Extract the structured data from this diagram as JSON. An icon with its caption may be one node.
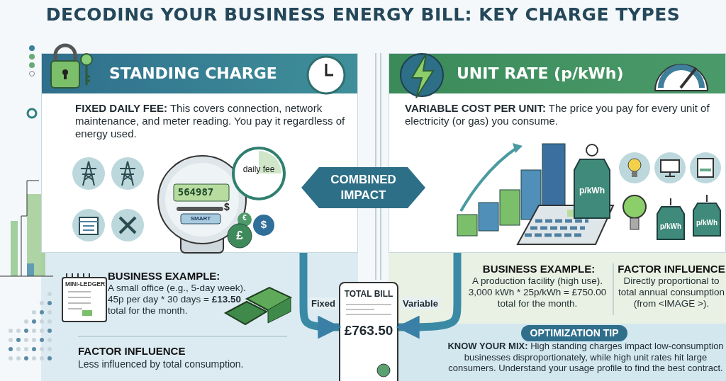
{
  "diagram": {
    "title": "DECODING YOUR BUSINESS ENERGY BILL: KEY CHARGE TYPES",
    "nodes": [
      {
        "text": [
          "STANDING CHARGE",
          "**FIXED DAILY FEE:** This covers connection, network maintenance, and meter reading. You pay it regardless of energy used."
        ]
      },
      {
        "text": [
          "UNIT RATE (p/kWh)",
          "**VARIABLE COST PER UNIT:** The price you pay for every unit of electricity (or gas) you consume."
        ]
      },
      {
        "text": [
          "COMBINED IMPACT"
        ]
      },
      {
        "text": [
          "TOTAL BILL",
          "£763.50"
        ]
      }
    ],
    "edges": [
      {
        "from": 0,
        "to": 3,
        "arrow": "to",
        "label": "Fixed"
      },
      {
        "from": 1,
        "to": 3,
        "arrow": "to",
        "label": "Variable"
      }
    ],
    "labels": [
      "564987",
      "$",
      "SMART",
      "daily fee",
      "€",
      "$",
      "£",
      "p/kWh",
      "p/kWh",
      "p/kWh",
      "MINI-LEDGER",
      "BUSINESS EXAMPLE:",
      "A small office (e.g., 5-day week). 45p per day * 30 days = **£13.50** total for the month.",
      "FACTOR INFLUENCE",
      "Less influenced by total consumption.",
      "BUSINESS EXAMPLE:",
      "A production facility (high use). 3,000 kWh * 25p/kWh = £750.00 total for the month.",
      "FACTOR INFLUENCE",
      "Directly proportional to total annual consumption (from <IMAGE >).",
      "OPTIMIZATION TIP",
      "**KNOW YOUR MIX:** High standing charges impact low-consumption businesses disproportionately,  while high unit rates hit large consumers. Understand your usage profile to find the best contract."
    ]
  }
}
